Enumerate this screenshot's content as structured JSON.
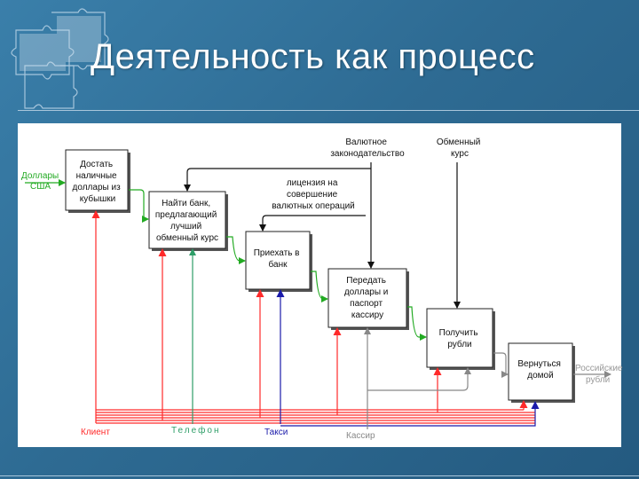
{
  "slide": {
    "title": "Деятельность как процесс"
  },
  "colors": {
    "background": "#2f6f98",
    "title": "#ffffff",
    "control": "#111111",
    "input": "#22aa22",
    "mechanism_client": "#ff2a2a",
    "mechanism_phone": "#2e9e68",
    "mechanism_taxi": "#1a1aaa",
    "mechanism_cashier": "#888888"
  },
  "controls": {
    "law": [
      "Валютное",
      "законодательство"
    ],
    "rate": [
      "Обменный",
      "курс"
    ],
    "license": [
      "лицензия на",
      "совершение",
      "валютных операций"
    ]
  },
  "input": [
    "Доллары",
    "США"
  ],
  "output": [
    "Российские",
    "рубли"
  ],
  "activities": [
    {
      "id": "a1",
      "lines": [
        "Достать",
        "наличные",
        "доллары из",
        "кубышки"
      ]
    },
    {
      "id": "a2",
      "lines": [
        "Найти банк,",
        "предлагающий",
        "лучший",
        "обменный курс"
      ]
    },
    {
      "id": "a3",
      "lines": [
        "Приехать в",
        "банк"
      ]
    },
    {
      "id": "a4",
      "lines": [
        "Передать",
        "доллары и",
        "паспорт",
        "кассиру"
      ]
    },
    {
      "id": "a5",
      "lines": [
        "Получить",
        "рубли"
      ]
    },
    {
      "id": "a6",
      "lines": [
        "Вернуться",
        "домой"
      ]
    }
  ],
  "mechanisms": {
    "client": "Клиент",
    "phone": "Телефон",
    "taxi": "Такси",
    "cashier": "Кассир"
  }
}
